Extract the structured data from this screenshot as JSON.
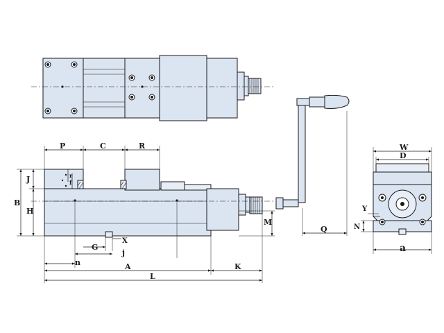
{
  "labels": {
    "P": "P",
    "C": "C",
    "R": "R",
    "B": "B",
    "H": "H",
    "J": "J",
    "r": "r",
    "f": "f",
    "M": "M",
    "G": "G",
    "X": "X",
    "j": "j",
    "n": "n",
    "A": "A",
    "K": "K",
    "L": "L",
    "Q": "Q",
    "W": "W",
    "D": "D",
    "Y": "Y",
    "N": "N",
    "a": "a"
  }
}
